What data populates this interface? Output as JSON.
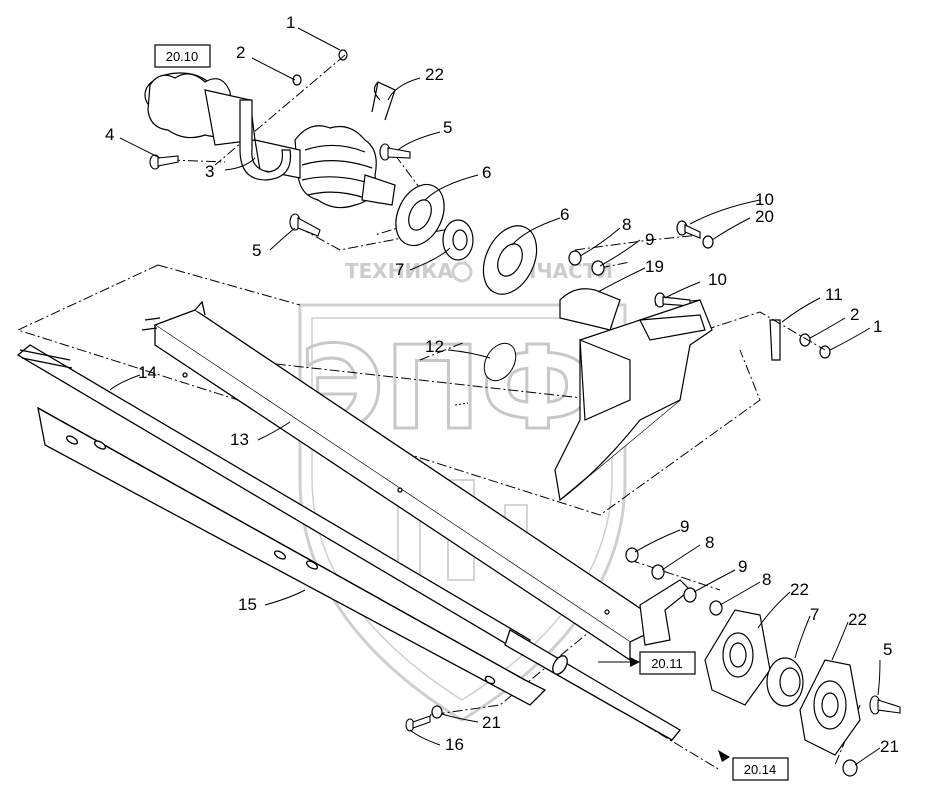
{
  "diagram": {
    "callouts": [
      "1",
      "2",
      "22",
      "4",
      "5",
      "3",
      "6",
      "6",
      "8",
      "9",
      "10",
      "20",
      "5",
      "7",
      "19",
      "10",
      "11",
      "2",
      "1",
      "12",
      "14",
      "13",
      "9",
      "8",
      "9",
      "8",
      "22",
      "7",
      "22",
      "5",
      "15",
      "21",
      "16",
      "21"
    ],
    "references": [
      "20.10",
      "20.11",
      "20.14"
    ],
    "watermark": {
      "company": "ТЕХНИКА",
      "company_suffix": "ЗАПЧАСТИ",
      "logo_letters": "ЭПФ"
    },
    "colors": {
      "ink": "#000000",
      "watermark": "#c8c8c8",
      "paper": "#ffffff"
    }
  }
}
